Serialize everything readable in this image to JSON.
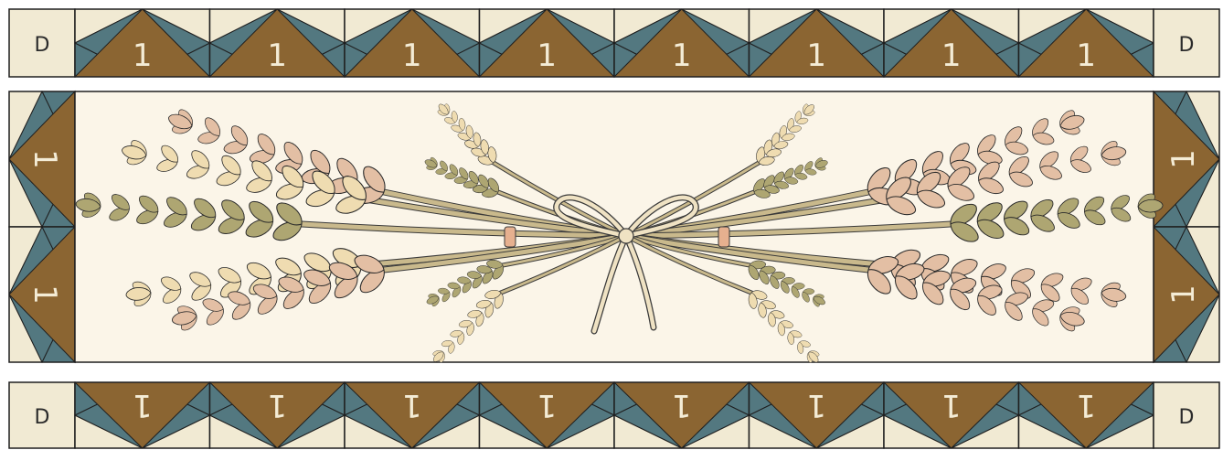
{
  "colors": {
    "brown": "#8b6532",
    "teal": "#537880",
    "cream": "#f1ead3",
    "background": "#fbf5e8",
    "grain_pink": "#e3bfa4",
    "grain_cream": "#efdcb1",
    "grain_olive": "#aea672",
    "stalk": "#c9b98c",
    "ribbon": "#efe2c3"
  },
  "top_border": {
    "corner_left": "D",
    "corner_right": "D",
    "units": [
      "1",
      "1",
      "1",
      "1",
      "1",
      "1",
      "1",
      "1"
    ]
  },
  "bottom_border": {
    "corner_left": "D",
    "corner_right": "D",
    "units": [
      "1",
      "1",
      "1",
      "1",
      "1",
      "1",
      "1",
      "1"
    ]
  },
  "left_border": {
    "units": [
      "1",
      "1"
    ]
  },
  "right_border": {
    "units": [
      "1",
      "1"
    ]
  },
  "center_panel": {
    "motif": "wheat-bundle-with-bow"
  }
}
